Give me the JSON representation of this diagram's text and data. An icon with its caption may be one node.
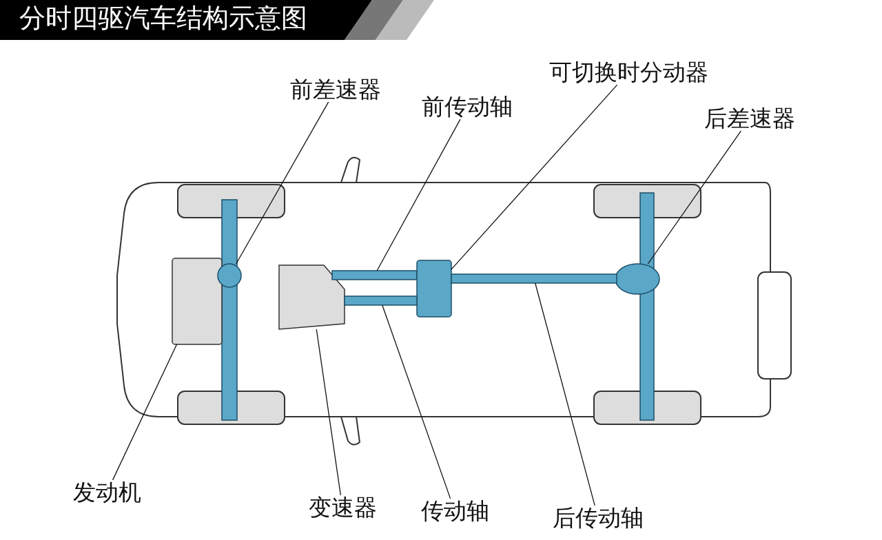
{
  "diagram": {
    "title": "分时四驱汽车结构示意图",
    "nodes": [
      {
        "text": [
          "前差速器"
        ]
      },
      {
        "text": [
          "前传动轴"
        ]
      },
      {
        "text": [
          "可切换时分动器"
        ]
      },
      {
        "text": [
          "后差速器"
        ]
      },
      {
        "text": [
          "发动机"
        ]
      },
      {
        "text": [
          "变速器"
        ]
      },
      {
        "text": [
          "传动轴"
        ]
      },
      {
        "text": [
          "后传动轴"
        ]
      },
      {
        "text": [],
        "shape": "circle"
      },
      {
        "text": [],
        "shape": "bar"
      },
      {
        "text": [],
        "shape": "box"
      },
      {
        "text": [],
        "shape": "circle"
      },
      {
        "text": [],
        "shape": "box"
      },
      {
        "text": [],
        "shape": "box"
      },
      {
        "text": [],
        "shape": "bar"
      },
      {
        "text": [],
        "shape": "bar"
      }
    ],
    "edges": [
      {
        "from": 0,
        "to": 8,
        "arrow": "none"
      },
      {
        "from": 1,
        "to": 9,
        "arrow": "none"
      },
      {
        "from": 2,
        "to": 13,
        "arrow": "none"
      },
      {
        "from": 3,
        "to": 11,
        "arrow": "none"
      },
      {
        "from": 4,
        "to": 10,
        "arrow": "none"
      },
      {
        "from": 5,
        "to": 12,
        "arrow": "none"
      },
      {
        "from": 6,
        "to": 14,
        "arrow": "none"
      },
      {
        "from": 7,
        "to": 15,
        "arrow": "none"
      }
    ]
  }
}
